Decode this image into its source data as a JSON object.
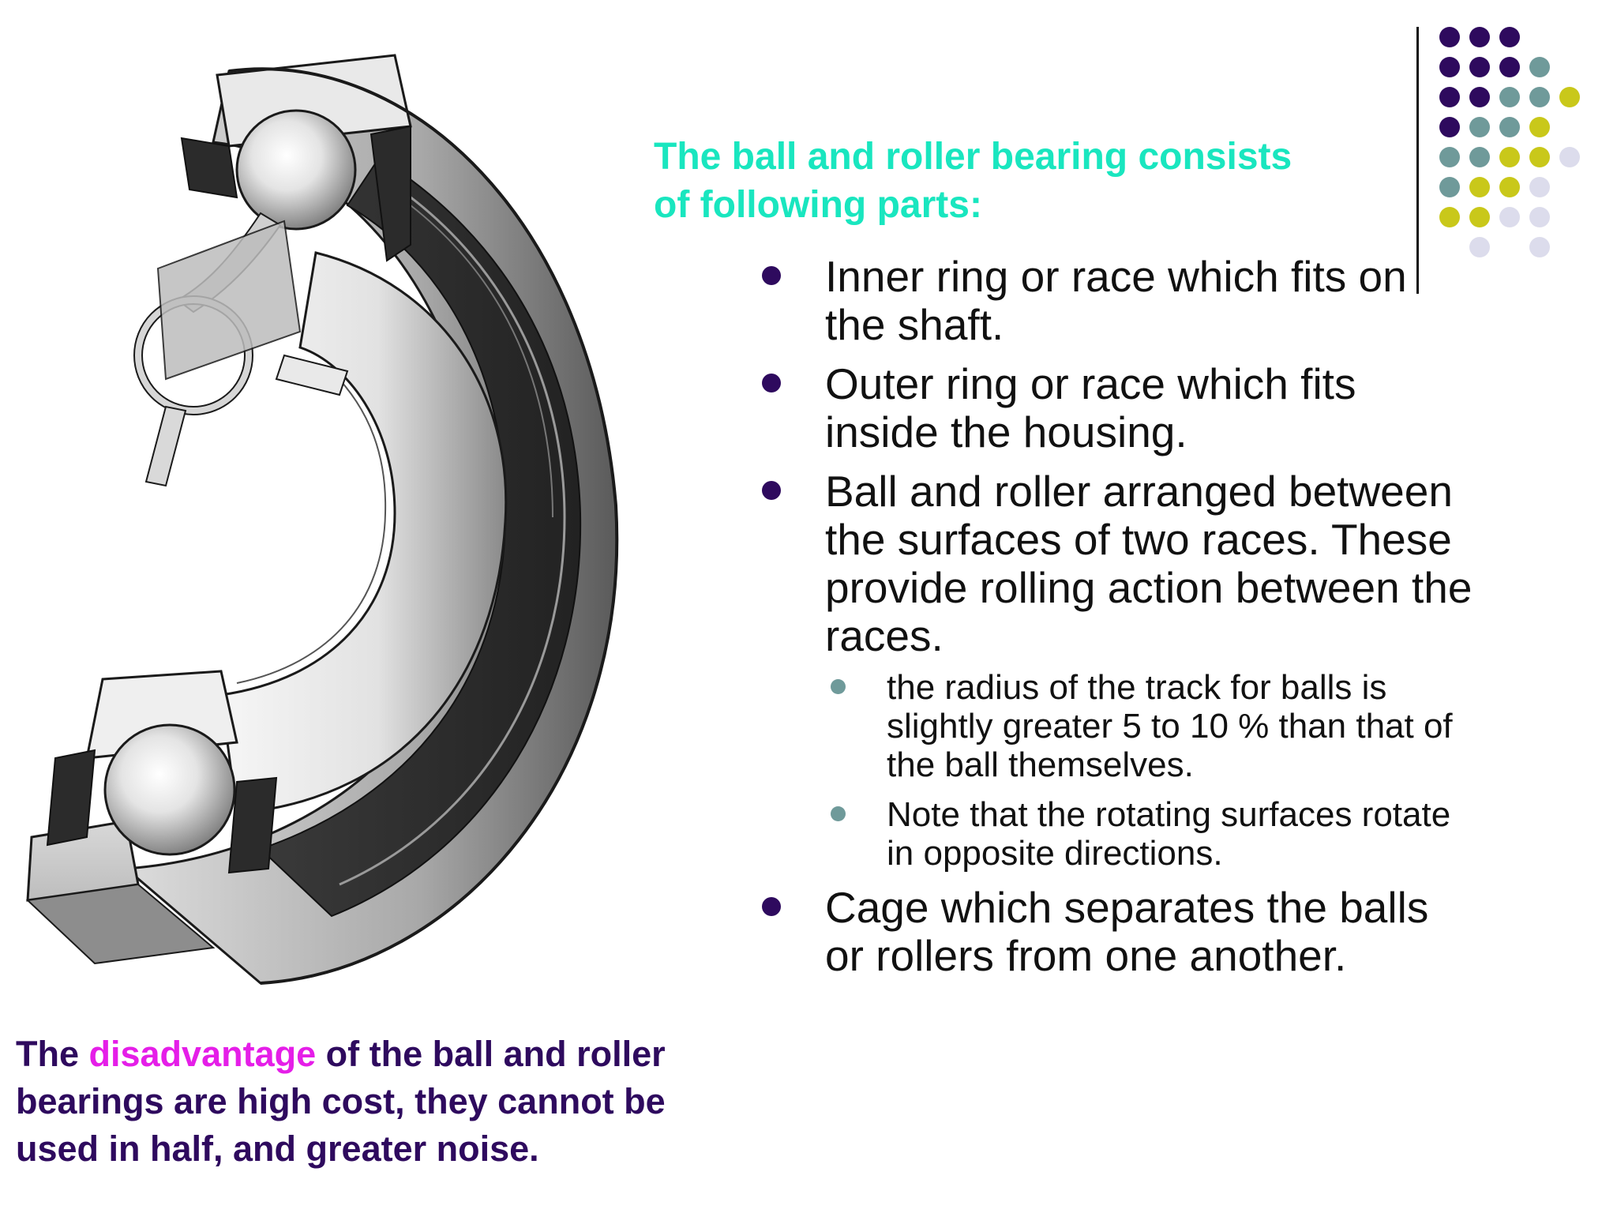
{
  "slide": {
    "heading_line1": "The ball and roller bearing consists",
    "heading_line2": "of following parts:",
    "bullets": [
      {
        "line1": "Inner ring or race which fits on",
        "line2": "the shaft."
      },
      {
        "line1": "Outer ring or race which fits",
        "line2": "inside the housing."
      },
      {
        "line1": "Ball and roller arranged between",
        "line2": "the surfaces of two races. These",
        "line3": "provide rolling action between the",
        "line4": "races.",
        "sub": [
          {
            "line1": "the radius of the track for balls is",
            "line2": "slightly greater 5 to 10 % than that of",
            "line3": "the ball themselves."
          },
          {
            "line1": "Note that the rotating surfaces rotate",
            "line2": "in opposite directions."
          }
        ]
      },
      {
        "line1": "Cage which separates the balls",
        "line2": "or rollers from one another."
      }
    ],
    "note": {
      "before": "The ",
      "highlight": "disadvantage",
      "line1_rest": " of the ball and roller",
      "line2": "bearings are high cost, they cannot be",
      "line3": "used in half, and greater noise."
    }
  },
  "colors": {
    "heading": "#19e6bf",
    "note_text": "#2e0a5e",
    "note_accent": "#e51ee8",
    "bullet_main": "#2e0a5e",
    "bullet_sub": "#6f9a9a",
    "dot_purple": "#2e0a5e",
    "dot_teal": "#6f9a9a",
    "dot_yellow": "#c9c81a",
    "dot_lavender": "#dcdcec"
  },
  "icons": {
    "bearing_illustration": "ball-bearing-cutaway-image",
    "decoration": "dot-grid-decoration"
  }
}
